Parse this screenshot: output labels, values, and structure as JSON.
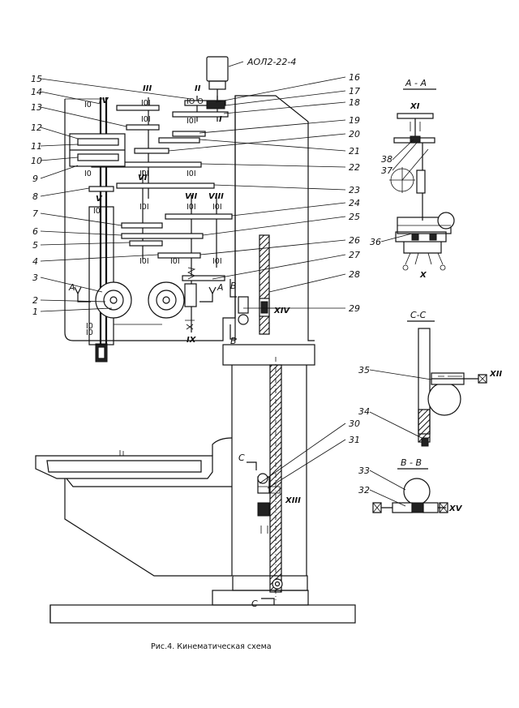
{
  "motor_label": "АОЛ2-22-4",
  "caption": "Рис.4. Кинематическая схема",
  "section_titles": {
    "aa": "А - А",
    "cc": "С-С",
    "bb": "В - В"
  },
  "cut_marks": {
    "a_left": "А",
    "a_right": "А",
    "b_upper": "В",
    "b_lower": "В",
    "c_upper": "С",
    "c_lower": "С"
  },
  "shafts": {
    "I": "I",
    "II": "II",
    "III": "III",
    "IV": "IV",
    "V": "V",
    "VI": "VI",
    "VII": "VII",
    "VIII": "VIII",
    "IX": "IX",
    "X": "X",
    "XI": "XI",
    "XII": "XII",
    "XIII": "XIII",
    "XIV": "XIV",
    "XV": "XV"
  },
  "part_numbers": {
    "n1": "1",
    "n2": "2",
    "n3": "3",
    "n4": "4",
    "n5": "5",
    "n6": "6",
    "n7": "7",
    "n8": "8",
    "n9": "9",
    "n10": "10",
    "n11": "11",
    "n12": "12",
    "n13": "13",
    "n14": "14",
    "n15": "15",
    "n16": "16",
    "n17": "17",
    "n18": "18",
    "n19": "19",
    "n20": "20",
    "n21": "21",
    "n22": "22",
    "n23": "23",
    "n24": "24",
    "n25": "25",
    "n26": "26",
    "n27": "27",
    "n28": "28",
    "n29": "29",
    "n30": "30",
    "n31": "31",
    "n32": "32",
    "n33": "33",
    "n34": "34",
    "n35": "35",
    "n36": "36",
    "n37": "37",
    "n38": "38"
  }
}
